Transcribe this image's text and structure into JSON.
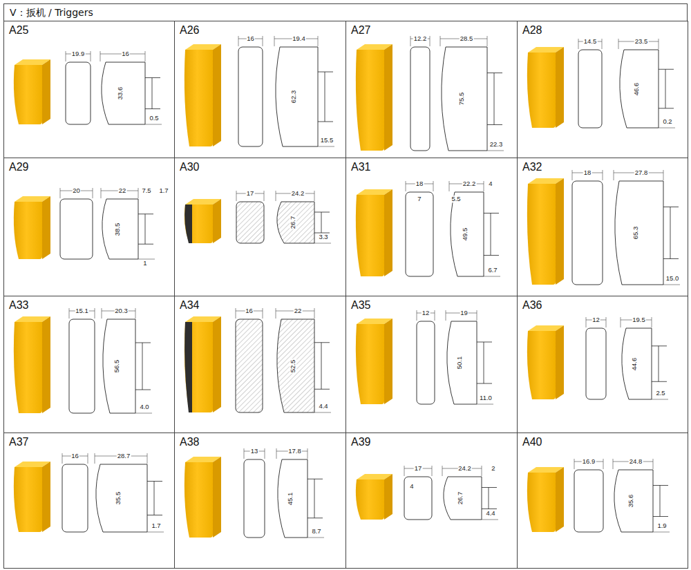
{
  "diagram": {
    "title": "V：扳机 / Triggers",
    "nodes": [
      {
        "text": [
          "A25"
        ]
      },
      {
        "text": [
          "A26"
        ]
      },
      {
        "text": [
          "A27"
        ]
      },
      {
        "text": [
          "A28"
        ]
      },
      {
        "text": [
          "A29"
        ]
      },
      {
        "text": [
          "A30"
        ]
      },
      {
        "text": [
          "A31"
        ]
      },
      {
        "text": [
          "A32"
        ]
      },
      {
        "text": [
          "A33"
        ]
      },
      {
        "text": [
          "A34"
        ]
      },
      {
        "text": [
          "A35"
        ]
      },
      {
        "text": [
          "A36"
        ]
      },
      {
        "text": [
          "A37"
        ]
      },
      {
        "text": [
          "A38"
        ]
      },
      {
        "text": [
          "A39"
        ]
      },
      {
        "text": [
          "A40"
        ]
      }
    ],
    "edges": [],
    "labels": [
      "19.9",
      "16",
      "33.6",
      "0.5",
      "16",
      "19.4",
      "62.3",
      "15.5",
      "12.2",
      "28.5",
      "75.5",
      "22.3",
      "14.5",
      "23.5",
      "46.6",
      "0.2",
      "20",
      "22",
      "7.5",
      "1.7",
      "38.5",
      "1",
      "17",
      "24.2",
      "26.7",
      "3.3",
      "18",
      "7",
      "22.2",
      "4",
      "5.5",
      "49.5",
      "6.7",
      "18",
      "27.8",
      "65.3",
      "15.0",
      "15.1",
      "20.3",
      "56.5",
      "4.0",
      "16",
      "22",
      "52.5",
      "4.4",
      "12",
      "19",
      "50.1",
      "11.0",
      "12",
      "19.5",
      "44.6",
      "2.5",
      "16",
      "28.7",
      "35.5",
      "1.7",
      "13",
      "17.8",
      "45.1",
      "8.7",
      "17",
      "4",
      "24.2",
      "2",
      "26.7",
      "4.4",
      "16.9",
      "24.8",
      "35.6",
      "1.9"
    ]
  }
}
